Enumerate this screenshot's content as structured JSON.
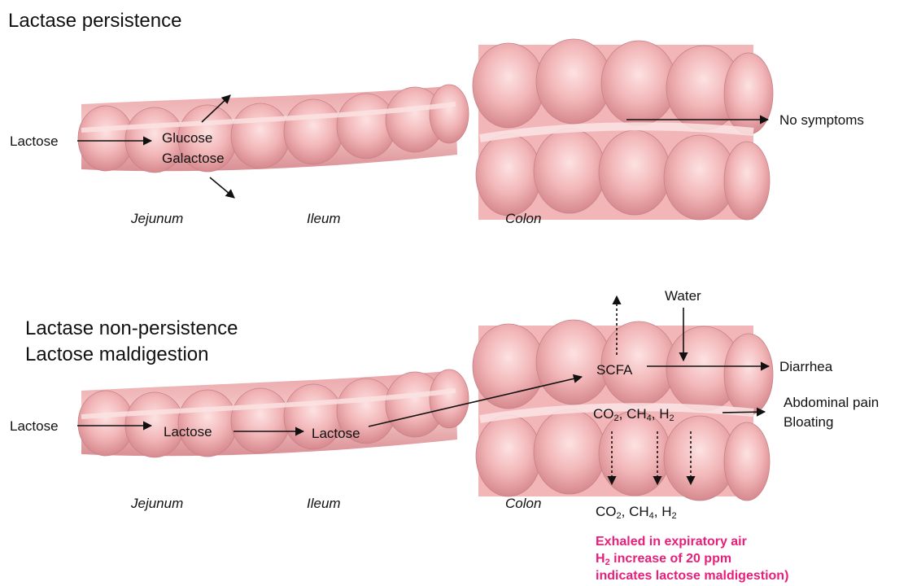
{
  "colors": {
    "intestine": "#f2b6b8",
    "intestine_shadow": "#d88f93",
    "highlight": "#fbdcdc",
    "pink_text": "#e6207a"
  },
  "top": {
    "title": "Lactase persistence",
    "lactose": "Lactose",
    "glucose": "Glucose",
    "galactose": "Galactose",
    "no_symptoms": "No symptoms",
    "jejunum": "Jejunum",
    "ileum": "Ileum",
    "colon": "Colon"
  },
  "bottom": {
    "title_line1": "Lactase non-persistence",
    "title_line2": "Lactose maldigestion",
    "lactose_in": "Lactose",
    "lactose_jejunum": "Lactose",
    "lactose_ileum": "Lactose",
    "water": "Water",
    "scfa": "SCFA",
    "diarrhea": "Diarrhea",
    "gases": {
      "co2": "CO",
      "ch4": "CH",
      "h2": "H",
      "sub_co2": "2",
      "sub_ch4": "4",
      "sub_h2": "2",
      "sep": ", "
    },
    "abdominal_pain": "Abdominal pain",
    "bloating": "Bloating",
    "jejunum": "Jejunum",
    "ileum": "Ileum",
    "colon": "Colon",
    "note_line1": "Exhaled in expiratory air",
    "note_line2_h": "H",
    "note_line2_sub": "2",
    "note_line2_rest": " increase of 20 ppm",
    "note_line3": "indicates lactose maldigestion)"
  }
}
